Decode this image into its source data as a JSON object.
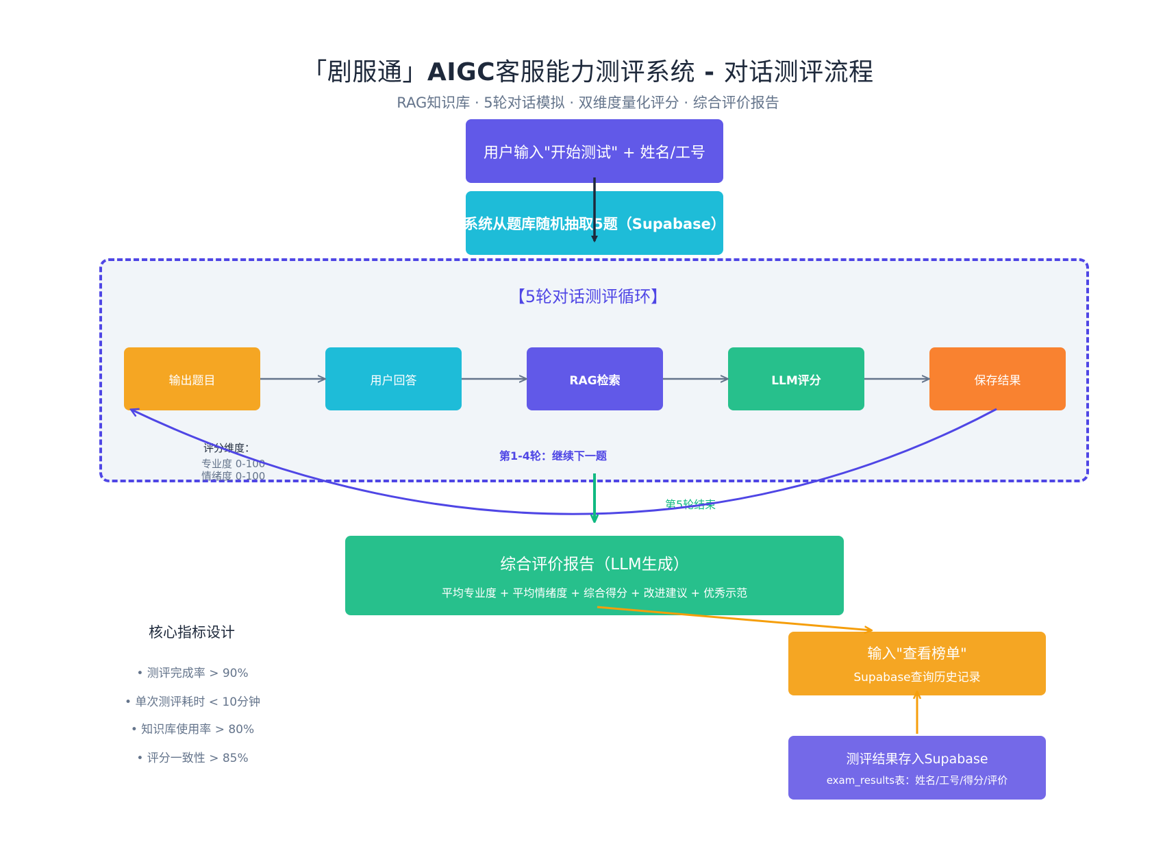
{
  "header": {
    "title_part1": "「剧服通」",
    "title_part2": "AIGC",
    "title_part3": "客服能力测评系统",
    "title_part4": " - ",
    "title_part5": "对话测评流程",
    "subtitle": "RAG知识库 · 5轮对话模拟 · 双维度量化评分 · 综合评价报告"
  },
  "start": {
    "input_label": "用户输入\"开始测试\" + 姓名/工号",
    "draw_label": "系统从题库随机抽取5题（Supabase）"
  },
  "loop": {
    "title": "【5轮对话测评循环】",
    "steps": [
      {
        "label": "输出题目",
        "color": "#f5a623"
      },
      {
        "label": "用户回答",
        "color": "#1ebcd8"
      },
      {
        "label": "RAG检索",
        "color": "#6159e8"
      },
      {
        "label": "LLM评分",
        "color": "#27c08c"
      },
      {
        "label": "保存结果",
        "color": "#f98230"
      }
    ],
    "dimension_title": "评分维度：",
    "dimension_1": "专业度 0-100",
    "dimension_2": "情绪度 0-100",
    "continue_label": "第1-4轮：继续下一题",
    "end_label": "第5轮结束"
  },
  "report": {
    "title": "综合评价报告（LLM生成）",
    "detail": "平均专业度 + 平均情绪度 + 综合得分 + 改进建议 + 优秀示范"
  },
  "leaderboard": {
    "title": "输入\"查看榜单\"",
    "subtitle": "Supabase查询历史记录"
  },
  "storage": {
    "title": "测评结果存入Supabase",
    "subtitle": "exam_results表：姓名/工号/得分/评价"
  },
  "metrics": {
    "title": "核心指标设计",
    "items": [
      "• 测评完成率 > 90%",
      "• 单次测评耗时 < 10分钟",
      "• 知识库使用率 > 80%",
      "• 评分一致性 > 85%"
    ]
  },
  "colors": {
    "purple": "#6159e8",
    "cyan": "#1ebcd8",
    "green": "#27c08c",
    "orange": "#f5a623",
    "dark_orange": "#f98230",
    "loop_border": "#4f46e5",
    "storage": "#7469e8"
  }
}
